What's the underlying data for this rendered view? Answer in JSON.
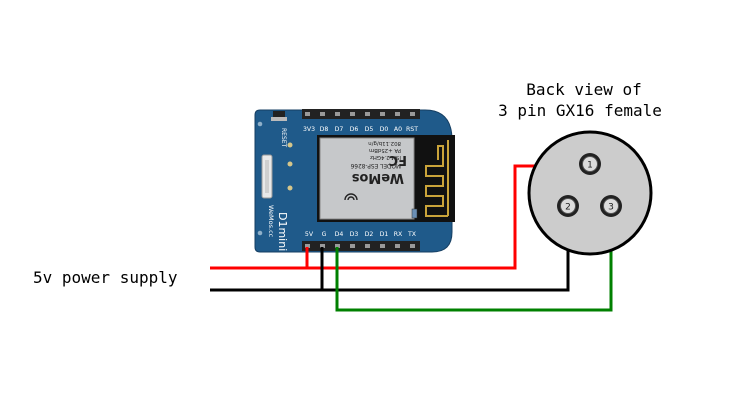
{
  "labels": {
    "connector_title_line1": "Back view of",
    "connector_title_line2": "3 pin GX16 female",
    "power_supply": "5v power supply"
  },
  "board": {
    "name": "D1mini",
    "brand": "WeMos.cc",
    "reset_label": "RESET",
    "module_brand": "WeMos",
    "module_model": "MODEL ESP-8266",
    "module_line1": "ISM 2.4GHz",
    "module_line2": "PA +25dBm",
    "module_line3": "802.11b/g/n",
    "top_pins": [
      "3V3",
      "D8",
      "D7",
      "D6",
      "D5",
      "D0",
      "A0",
      "RST"
    ],
    "bottom_pins": [
      "5V",
      "G",
      "D4",
      "D3",
      "D2",
      "D1",
      "RX",
      "TX"
    ]
  },
  "connector": {
    "pins": [
      "1",
      "2",
      "3"
    ]
  },
  "wires": {
    "red": "#ff0000",
    "black": "#000000",
    "green": "#008000"
  },
  "colors": {
    "board": "#1f5a8a",
    "module": "#c6c8ca",
    "connector_body": "#cccccc"
  }
}
